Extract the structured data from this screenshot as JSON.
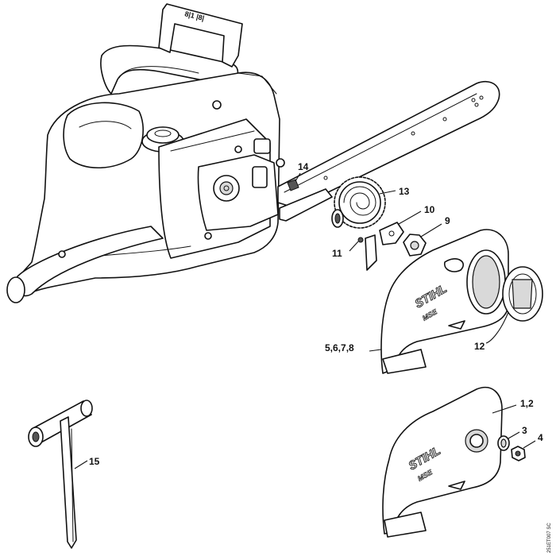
{
  "callouts": {
    "c14": "14",
    "c13": "13",
    "c10": "10",
    "c9": "9",
    "c11": "11",
    "c5678": "5,6,7,8",
    "c12": "12",
    "c12b": "1,2",
    "c3": "3",
    "c4": "4",
    "c15": "15"
  },
  "cover_top": {
    "brand": "STIHL",
    "model": "MSE"
  },
  "cover_bottom": {
    "brand": "STIHL",
    "model": "MSE"
  },
  "handle_grip_text": "8|1 |8|",
  "drawing_number": "251ET007 SC"
}
